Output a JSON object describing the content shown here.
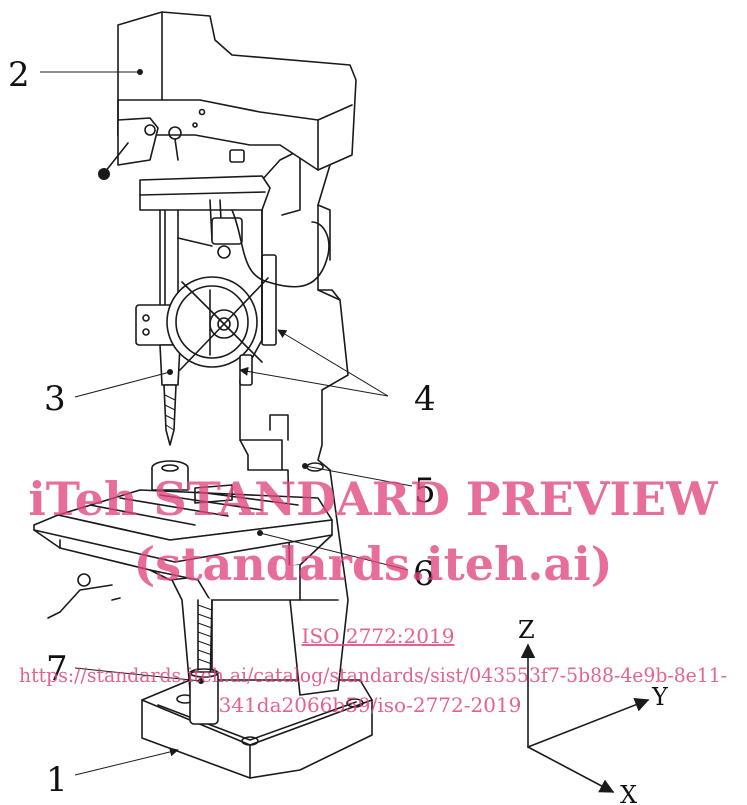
{
  "callouts": [
    {
      "id": "c1",
      "label": "1"
    },
    {
      "id": "c2",
      "label": "2"
    },
    {
      "id": "c3",
      "label": "3"
    },
    {
      "id": "c4",
      "label": "4"
    },
    {
      "id": "c5",
      "label": "5"
    },
    {
      "id": "c6",
      "label": "6"
    },
    {
      "id": "c7",
      "label": "7"
    }
  ],
  "axes": {
    "z": "Z",
    "y": "Y",
    "x": "X"
  },
  "watermark": {
    "line1": "iTeh STANDARD PREVIEW",
    "line2": "(standards.iteh.ai)",
    "iso": "ISO 2772:2019",
    "url1": "https://standards.iteh.ai/catalog/standards/sist/043553f7-5b88-4e9b-8e11-",
    "url2": "341da2066b59/iso-2772-2019"
  },
  "colors": {
    "line": "#1a1a1a",
    "watermark": "#e0457f"
  }
}
